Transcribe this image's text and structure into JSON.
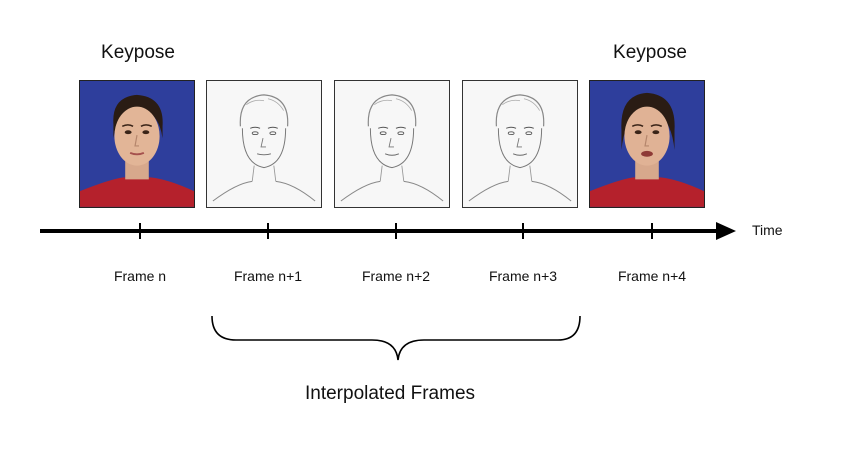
{
  "keypose_left": "Keypose",
  "keypose_right": "Keypose",
  "time_label": "Time",
  "frames": [
    {
      "label": "Frame n"
    },
    {
      "label": "Frame n+1"
    },
    {
      "label": "Frame n+2"
    },
    {
      "label": "Frame n+3"
    },
    {
      "label": "Frame n+4"
    }
  ],
  "interpolated_label": "Interpolated Frames"
}
